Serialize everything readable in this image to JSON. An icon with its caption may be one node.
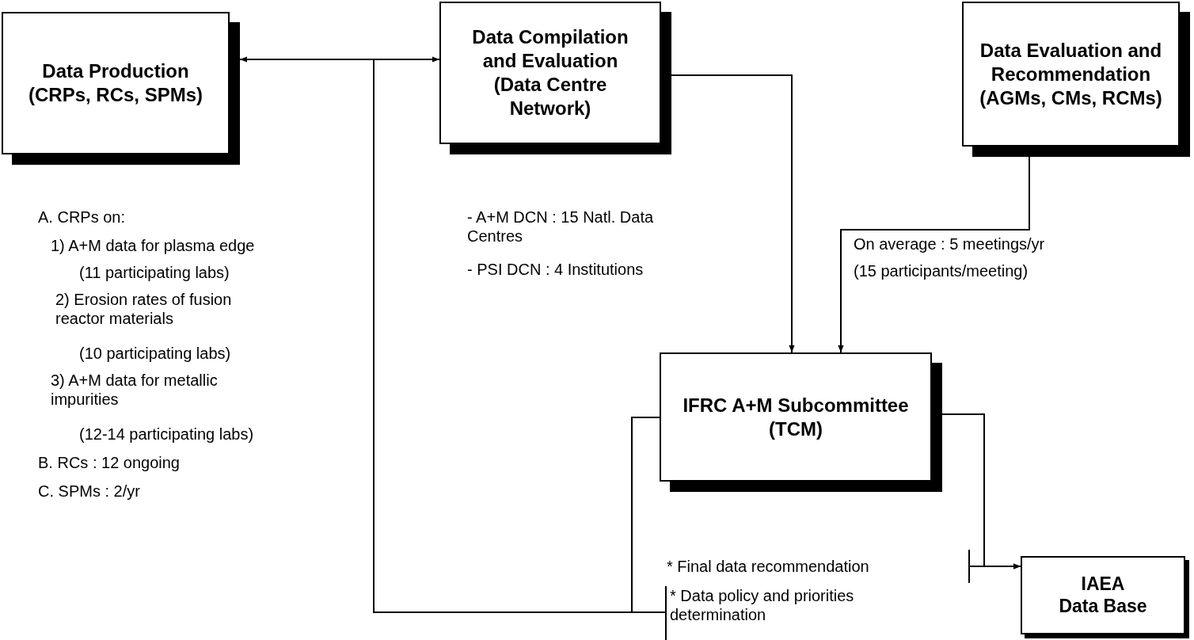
{
  "diagram": {
    "nodes": [
      {
        "text": [
          "Data Production",
          "(CRPs, RCs, SPMs)"
        ]
      },
      {
        "text": [
          "Data Compilation and Evaluation",
          "(Data Centre Network)"
        ]
      },
      {
        "text": [
          "Data Evaluation and Recommendation",
          "(AGMs, CMs, RCMs)"
        ]
      },
      {
        "text": [
          "IFRC A+M Subcommittee",
          "(TCM)"
        ]
      },
      {
        "text": [
          "IAEA",
          "Data Base"
        ]
      },
      {
        "text": [
          "* Final data recommendation"
        ]
      },
      {
        "text": [
          "* Data policy and priorities determination"
        ]
      }
    ],
    "edges": [
      {
        "from": 0,
        "to": 1,
        "arrow": "both"
      },
      {
        "from": 1,
        "to": 3,
        "arrow": "to"
      },
      {
        "from": 2,
        "to": 3,
        "arrow": "to"
      },
      {
        "from": 3,
        "to": 4,
        "arrow": "to"
      },
      {
        "from": 5,
        "to": 4,
        "arrow": "to"
      },
      {
        "from": 3,
        "to": 6,
        "arrow": "none"
      },
      {
        "from": 0,
        "to": 6,
        "arrow": "none"
      }
    ],
    "labels": [
      "A. CRPs on:",
      "1) A+M data for plasma edge",
      "(11 participating labs)",
      "2) Erosion rates of fusion reactor materials",
      "(10 participating labs)",
      "3) A+M data for metallic impurities",
      "(12-14 participating labs)",
      "B. RCs : 12 ongoing",
      "C. SPMs : 2/yr",
      "- A+M DCN : 15 Natl. Data Centres",
      "- PSI DCN : 4 Institutions",
      "On average : 5 meetings/yr",
      "(15 participants/meeting)"
    ]
  }
}
